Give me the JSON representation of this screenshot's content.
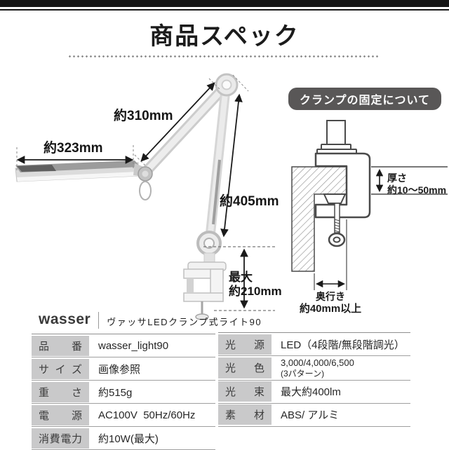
{
  "header": {
    "title": "商品スペック"
  },
  "measurements": {
    "head_width": "約323mm",
    "upper_arm": "約310mm",
    "lower_arm": "約405mm",
    "pole_max_1": "最大",
    "pole_max_2": "約210mm"
  },
  "clamp_info": {
    "badge": "クランプの固定について",
    "thickness_1": "厚さ",
    "thickness_2": "約10〜50mm",
    "depth_1": "奥行き",
    "depth_2": "約40mm以上"
  },
  "brand": {
    "logo": "wasser",
    "product": "ヴァッサLEDクランプ式ライト90"
  },
  "spec_table": {
    "left_rows": [
      {
        "label": "品番",
        "value": "wasser_light90"
      },
      {
        "label": "サイズ",
        "value": "画像参照"
      },
      {
        "label": "重さ",
        "value": "約515g"
      },
      {
        "label": "電源",
        "value": "AC100V  50Hz/60Hz"
      },
      {
        "label": "消費電力",
        "value": "約10W(最大)"
      }
    ],
    "right_rows": [
      {
        "label": "光源",
        "value": "LED（4段階/無段階調光）"
      },
      {
        "label": "光色",
        "value": "3,000/4,000/6,500",
        "value2": "(3パターン)"
      },
      {
        "label": "光束",
        "value": "最大約400lm"
      },
      {
        "label": "素材",
        "value": "ABS/ アルミ"
      }
    ]
  },
  "colors": {
    "top_bar": "#141414",
    "badge_bg": "#595757",
    "table_label_bg": "#c9c9ca",
    "table_line": "#9f9f9f"
  }
}
